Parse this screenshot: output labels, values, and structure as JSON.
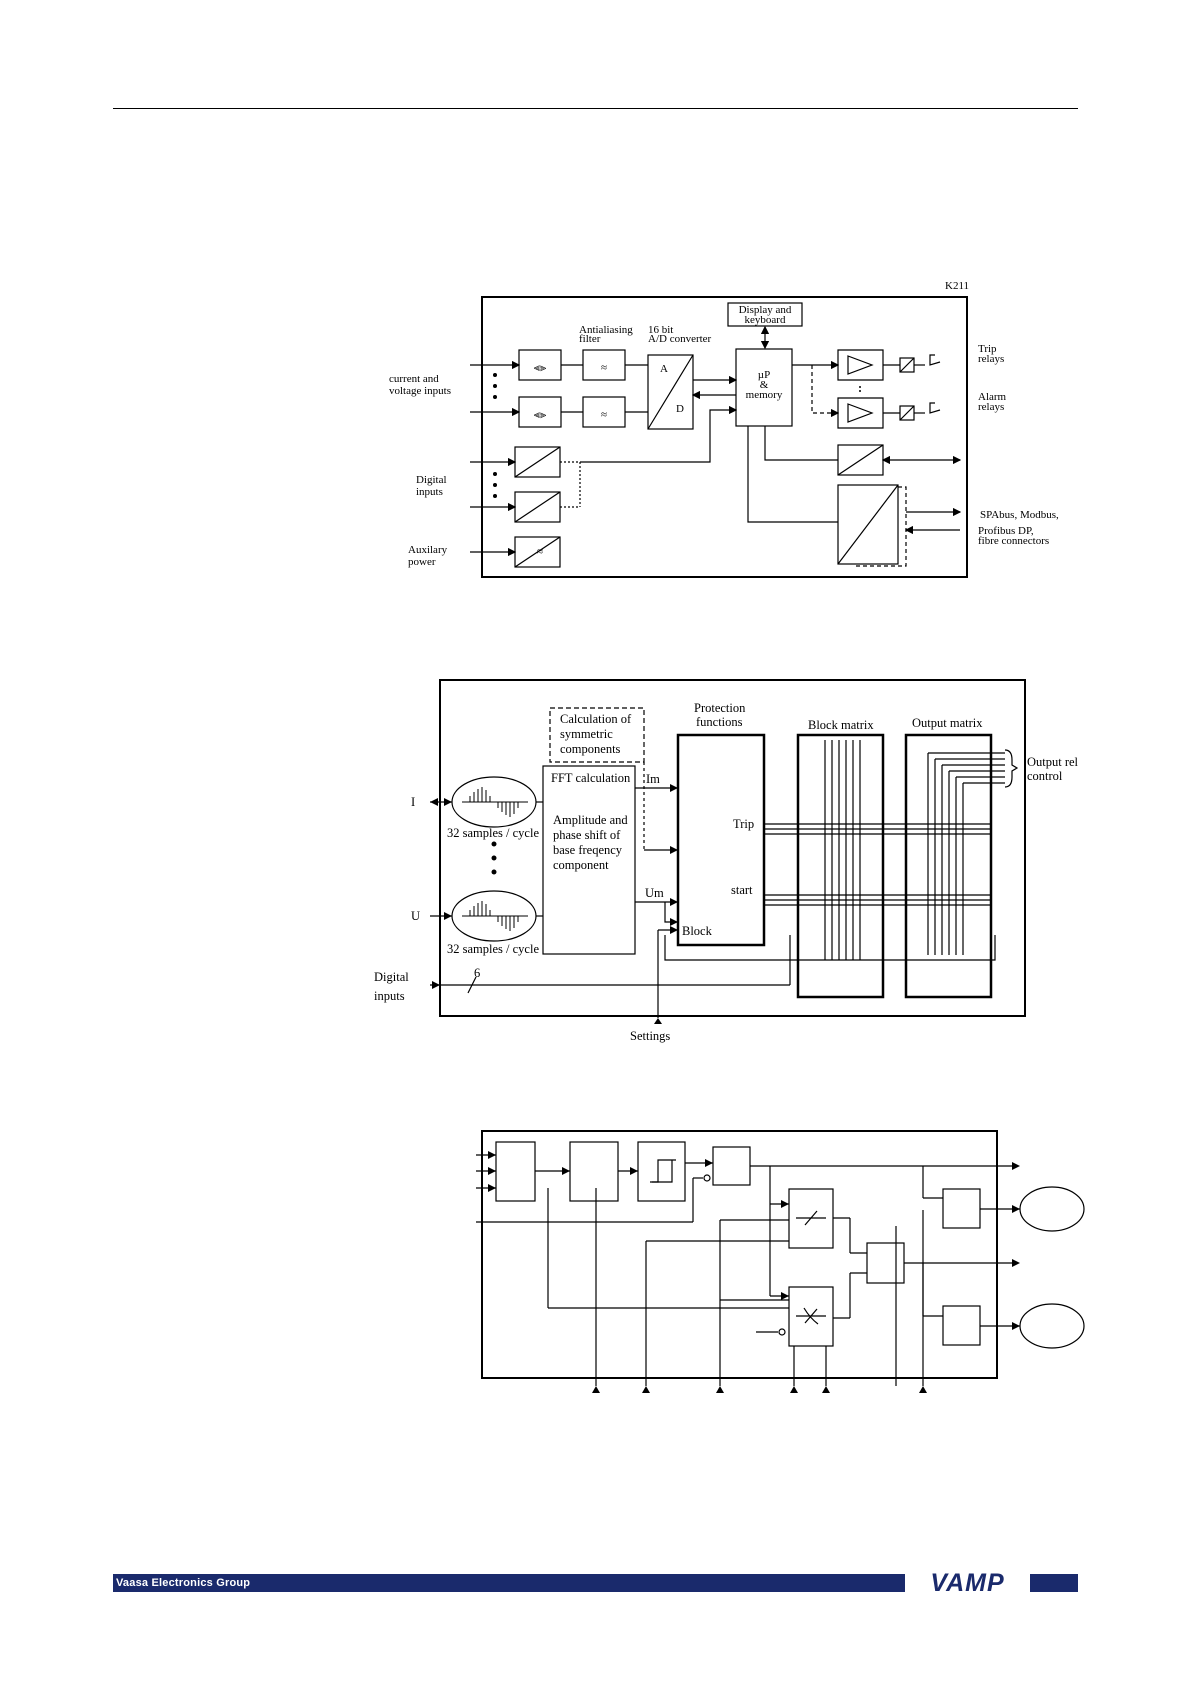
{
  "figure1": {
    "code": "K211",
    "display_keyboard": [
      "Display and",
      "keyboard"
    ],
    "antialiasing": [
      "Antialiasing",
      "filter"
    ],
    "ad_converter": [
      "16 bit",
      "A/D converter"
    ],
    "adc_a": "A",
    "adc_d": "D",
    "up_memory": [
      "µP",
      "&",
      "memory"
    ],
    "current_voltage": [
      "current and",
      "voltage inputs"
    ],
    "digital_inputs": [
      "Digital",
      "inputs"
    ],
    "auxiliary_power": [
      "Auxilary",
      "power"
    ],
    "trip_relays": [
      "Trip",
      "relays"
    ],
    "alarm_relays": [
      "Alarm",
      "relays"
    ],
    "comm": [
      "SPAbus, Modbus,",
      "Profibus DP,",
      "fibre connectors"
    ]
  },
  "figure2": {
    "calc_symmetric": [
      "Calculation of",
      "symmetric",
      "components"
    ],
    "protection_functions": [
      "Protection",
      "functions"
    ],
    "block_matrix": "Block matrix",
    "output_matrix": "Output matrix",
    "output_relay_control": [
      "Output rel",
      "control"
    ],
    "fft": "FFT calculation",
    "amplitude": [
      "Amplitude and",
      "phase shift of",
      "base freqency",
      "component"
    ],
    "im": "Im",
    "um": "Um",
    "trip": "Trip",
    "start": "start",
    "block": "Block",
    "input_i": "I",
    "input_u": "U",
    "samples": "32 samples / cycle",
    "digital_inputs": [
      "Digital",
      "inputs"
    ],
    "bus_width": "6",
    "settings": "Settings"
  },
  "footer": {
    "company": "Vaasa Electronics Group",
    "logo": "VAMP",
    "bar_color": "#1a2a6c"
  }
}
